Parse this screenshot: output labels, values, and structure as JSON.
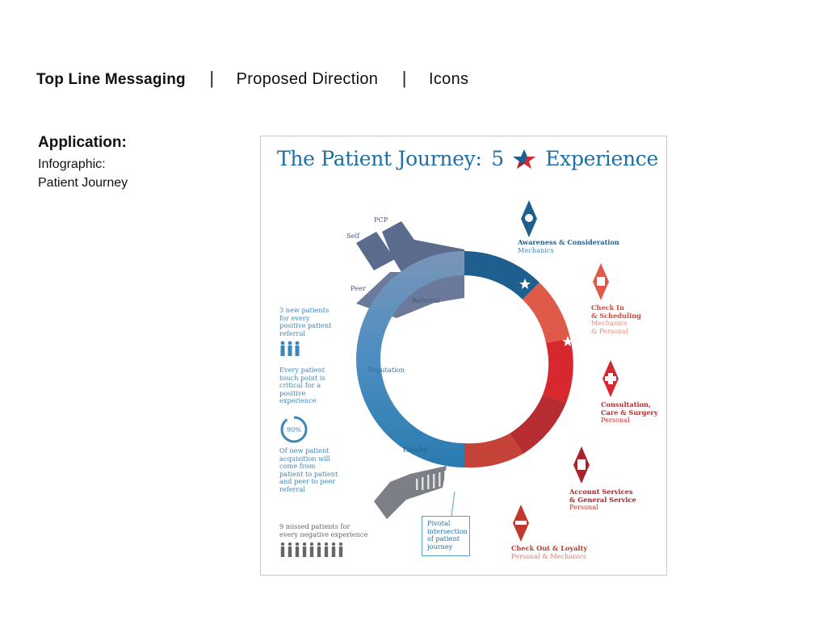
{
  "header": {
    "primary": "Top Line Messaging",
    "separator": "|",
    "item2": "Proposed Direction",
    "item3": "Icons"
  },
  "side": {
    "application_label": "Application:",
    "line1": "Infographic:",
    "line2": "Patient Journey"
  },
  "infographic": {
    "title_main": "The Patient Journey:",
    "title_number": "5",
    "title_end": "Experience",
    "inlet_labels": {
      "self": "Self",
      "pcp": "PCP",
      "peer": "Peer",
      "referral": "Referral",
      "reputation": "Reputation",
      "loyalty": "Loyalty"
    },
    "stats": {
      "stat1": [
        "3 new patients",
        "for every",
        "positive patient",
        "referral"
      ],
      "stat2": [
        "Every patient",
        "touch point is",
        "critical for a",
        "positive",
        "experience"
      ],
      "percent": "90%",
      "stat3": [
        "Of new patient",
        "acquisition will",
        "come from",
        "patient to patient",
        "and peer to peer",
        "referral"
      ],
      "stat4": [
        "9 missed patients for",
        "every negative experience"
      ]
    },
    "pivot": [
      "Pivotal",
      "intersection",
      "of patient",
      "journey"
    ],
    "stages": [
      {
        "name": "Awareness & Consideration",
        "sub": "Mechanics",
        "icon": "brain-head-icon",
        "color": "#1f5f8f"
      },
      {
        "name": "Check In",
        "name2": "& Scheduling",
        "sub": "Mechanics",
        "sub2": "& Personal",
        "icon": "clipboard-person-icon",
        "color": "#e05a4a"
      },
      {
        "name": "Consultation,",
        "name2": "Care & Surgery",
        "sub": "Personal",
        "icon": "medical-cross-icon",
        "color": "#d7282f"
      },
      {
        "name": "Account Services",
        "name2": "& General Service",
        "sub": "Personal",
        "icon": "calculator-icon",
        "color": "#a8232a"
      },
      {
        "name": "Check Out & Loyalty",
        "sub": "Personal & Mechanics",
        "icon": "handshake-icon",
        "color": "#c0392b"
      }
    ]
  }
}
